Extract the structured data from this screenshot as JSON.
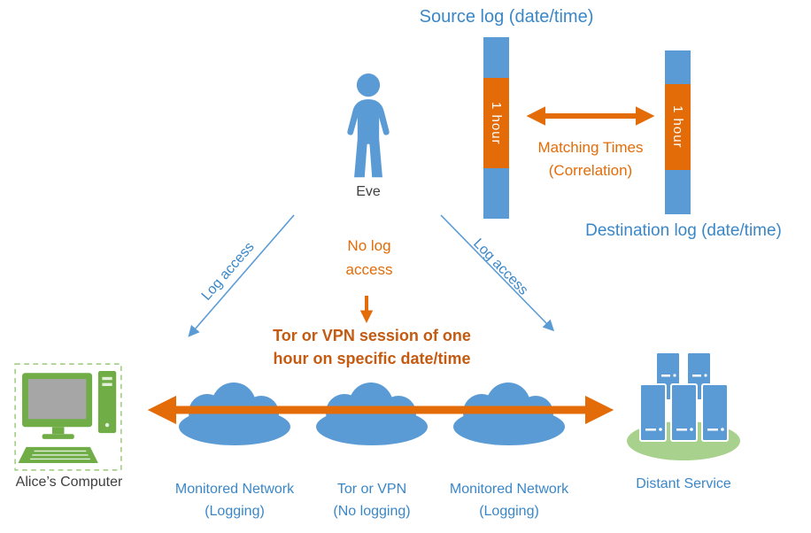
{
  "colors": {
    "shape_blue": "#5B9BD5",
    "text_blue": "#3A87C8",
    "orange": "#E36C09",
    "orange_dark": "#C55A11",
    "green": "#70AD47",
    "green_light": "#A9D18E",
    "dark_text": "#404040"
  },
  "timeline": {
    "source_log_label": "Source log (date/time)",
    "destination_log_label": "Destination log (date/time)",
    "source_bar_duration": "1 hour",
    "destination_bar_duration": "1 hour",
    "matching_line1": "Matching Times",
    "matching_line2": "(Correlation)"
  },
  "eve": {
    "label": "Eve",
    "no_log_access": "No log\naccess",
    "log_access_left": "Log access",
    "log_access_right": "Log access"
  },
  "session_note": "Tor or VPN session of one\nhour on specific date/time",
  "endpoints": {
    "alice_label": "Alice’s Computer",
    "distant_label": "Distant Service"
  },
  "networks": [
    {
      "line1": "Monitored Network",
      "line2": "(Logging)"
    },
    {
      "line1": "Tor or VPN",
      "line2": "(No logging)"
    },
    {
      "line1": "Monitored Network",
      "line2": "(Logging)"
    }
  ]
}
